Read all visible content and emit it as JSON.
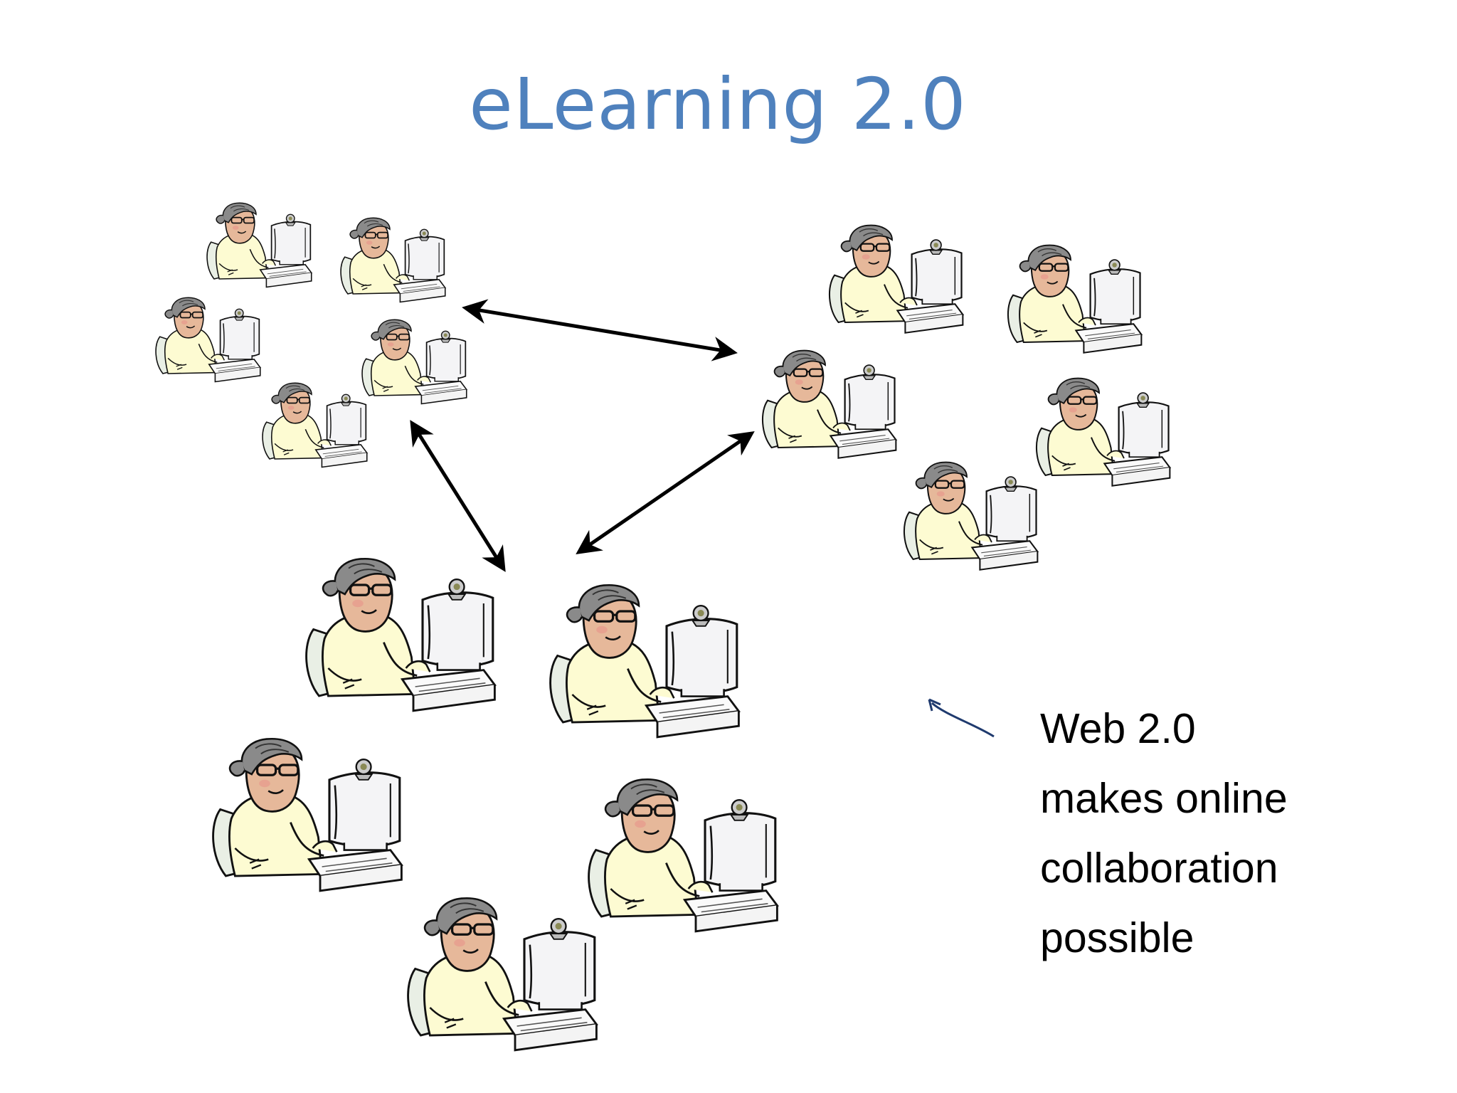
{
  "slide": {
    "title": "eLearning 2.0",
    "caption_lines": [
      "Web 2.0",
      "makes online",
      "collaboration",
      "possible"
    ]
  },
  "groups": [
    {
      "name": "top-left-cluster",
      "learners": 5
    },
    {
      "name": "right-cluster",
      "learners": 5
    },
    {
      "name": "bottom-cluster",
      "learners": 5
    }
  ],
  "colors": {
    "title": "#4f81bd",
    "arrow": "#000000",
    "pointer_arrow": "#1f3a6e",
    "skin": "#e6b89a",
    "shirt": "#fdfbd2",
    "hair": "#8a8a8a",
    "monitor": "#f4f4f6",
    "chair": "#e9efe5"
  },
  "icons": {
    "learner": "person-at-computer-icon",
    "webcam": "webcam-icon",
    "connection": "double-headed-arrow"
  }
}
